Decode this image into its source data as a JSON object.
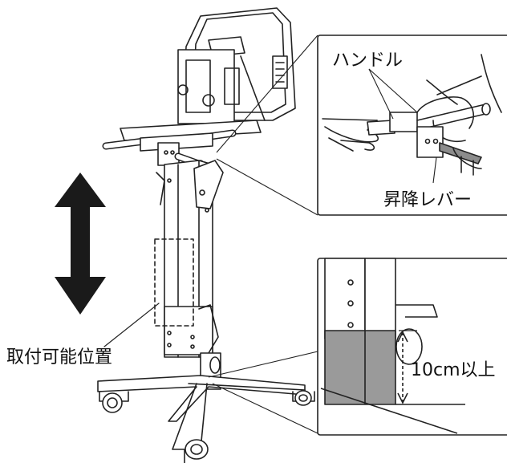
{
  "labels": {
    "handle": "ハンドル",
    "lift_lever": "昇降レバー",
    "mount_position": "取付可能位置",
    "clearance": "10cm以上"
  },
  "colors": {
    "line": "#222222",
    "arrow": "#1a1a1a",
    "lever_fill": "#8c8c8c",
    "block_fill": "#9a9a9a"
  }
}
